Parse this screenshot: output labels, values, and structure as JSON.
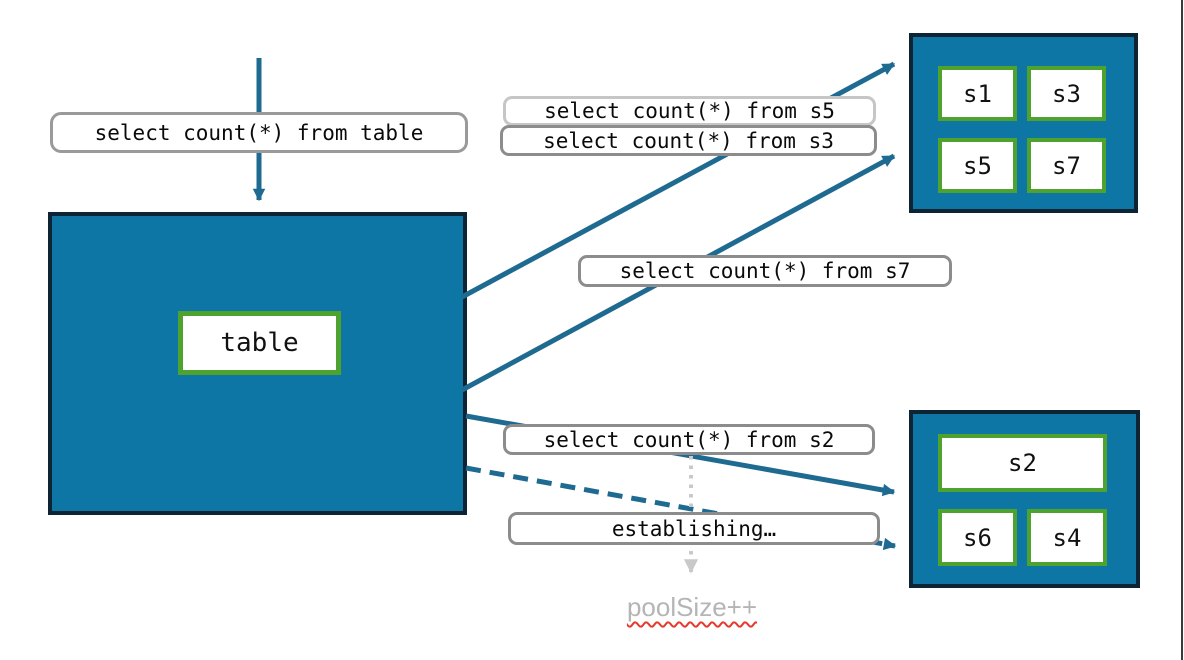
{
  "colors": {
    "teal_fill": "#0e76a4",
    "dark_border": "#0c2433",
    "arrow": "#1e6a91",
    "green_border": "#4ea32e",
    "label_border": "#8c8c8c",
    "label_border_light": "#c6c6c6",
    "muted_gray": "#b5b5b5",
    "squiggle_red": "#e43b2e"
  },
  "source": {
    "table_label": "table",
    "query_from_table": "select count(*) from table"
  },
  "queries": {
    "from_s5": "select count(*) from s5",
    "from_s3": "select count(*) from s3",
    "from_s7": "select count(*) from s7",
    "from_s2": "select count(*) from s2",
    "establishing": "establishing…"
  },
  "shard_group_top": {
    "shards": [
      "s1",
      "s3",
      "s5",
      "s7"
    ]
  },
  "shard_group_bottom": {
    "shards": [
      "s2",
      "s6",
      "s4"
    ]
  },
  "pool_note": "poolSize++"
}
